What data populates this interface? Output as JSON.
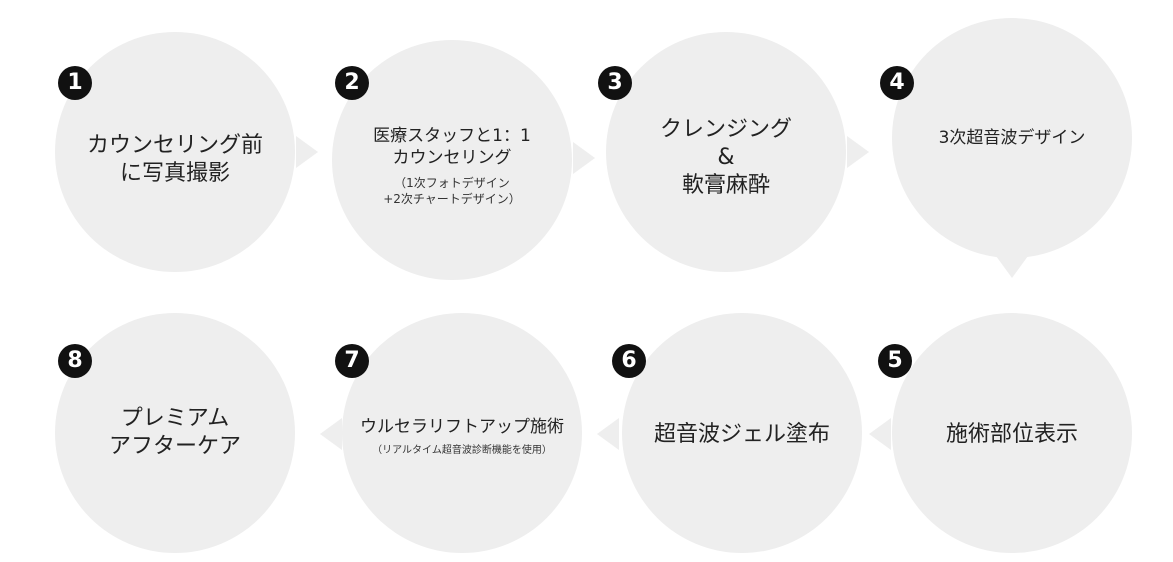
{
  "steps": [
    {
      "number": "1",
      "title": "カウンセリング前\nに写真撮影",
      "sub": ""
    },
    {
      "number": "2",
      "title": "医療スタッフと1：1\nカウンセリング",
      "sub": "（1次フォトデザイン\n+2次チャートデザイン）"
    },
    {
      "number": "3",
      "title": "クレンジング\n&\n軟膏麻酔",
      "sub": ""
    },
    {
      "number": "4",
      "title": "3次超音波デザイン",
      "sub": ""
    },
    {
      "number": "5",
      "title": "施術部位表示",
      "sub": ""
    },
    {
      "number": "6",
      "title": "超音波ジェル塗布",
      "sub": ""
    },
    {
      "number": "7",
      "title": "ウルセラリフトアップ施術",
      "sub": "（リアルタイム超音波診断機能を使用）"
    },
    {
      "number": "8",
      "title": "プレミアム\nアフターケア",
      "sub": ""
    }
  ]
}
